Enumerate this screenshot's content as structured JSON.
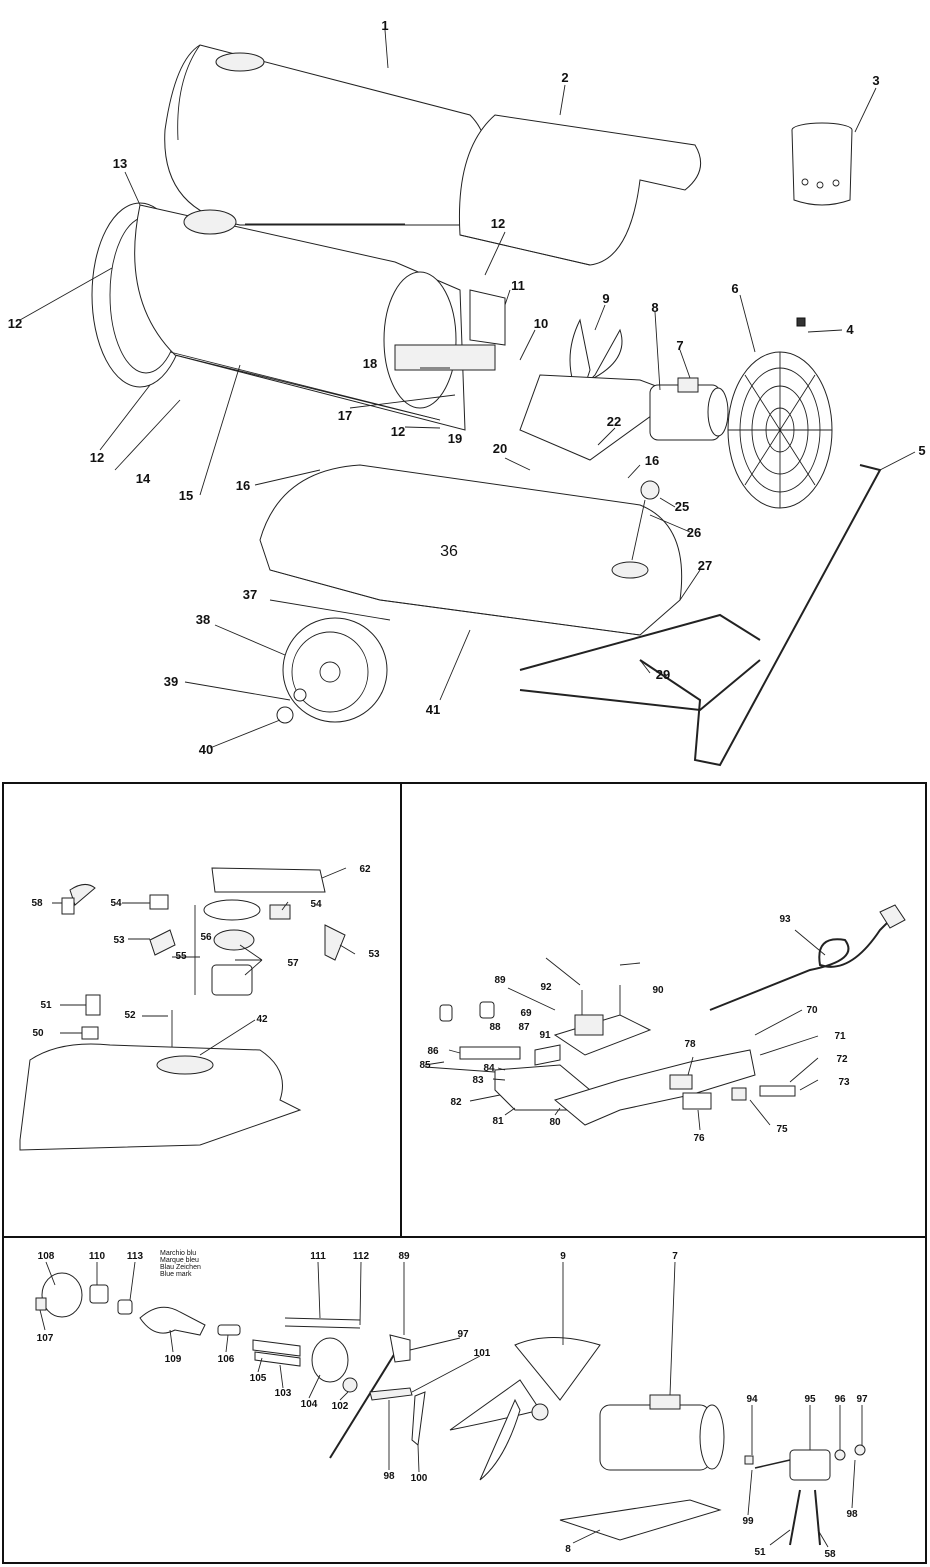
{
  "callouts_main": [
    "1",
    "2",
    "3",
    "13",
    "12",
    "12",
    "12",
    "14",
    "15",
    "16",
    "18",
    "17",
    "12",
    "11",
    "10",
    "9",
    "8",
    "7",
    "6",
    "4",
    "5",
    "22",
    "19",
    "20",
    "16",
    "25",
    "26",
    "36",
    "27",
    "37",
    "38",
    "39",
    "40",
    "41",
    "29"
  ],
  "callouts_tank": [
    "62",
    "58",
    "54",
    "54",
    "53",
    "53",
    "56",
    "55",
    "57",
    "51",
    "52",
    "42",
    "50"
  ],
  "callouts_electric": [
    "93",
    "89",
    "92",
    "90",
    "69",
    "88",
    "87",
    "91",
    "70",
    "71",
    "86",
    "84",
    "85",
    "83",
    "82",
    "81",
    "80",
    "78",
    "72",
    "73",
    "76",
    "75"
  ],
  "callouts_burner": [
    "108",
    "110",
    "113",
    "107",
    "109",
    "106",
    "105",
    "103",
    "104",
    "102",
    "111",
    "112",
    "89",
    "97",
    "101",
    "98",
    "100",
    "9",
    "7",
    "94",
    "95",
    "96",
    "97",
    "99",
    "51",
    "58",
    "98",
    "8"
  ],
  "blue_mark_note": [
    "Marchio blu",
    "Marque bleu",
    "Blau Zeichen",
    "Blue mark"
  ]
}
